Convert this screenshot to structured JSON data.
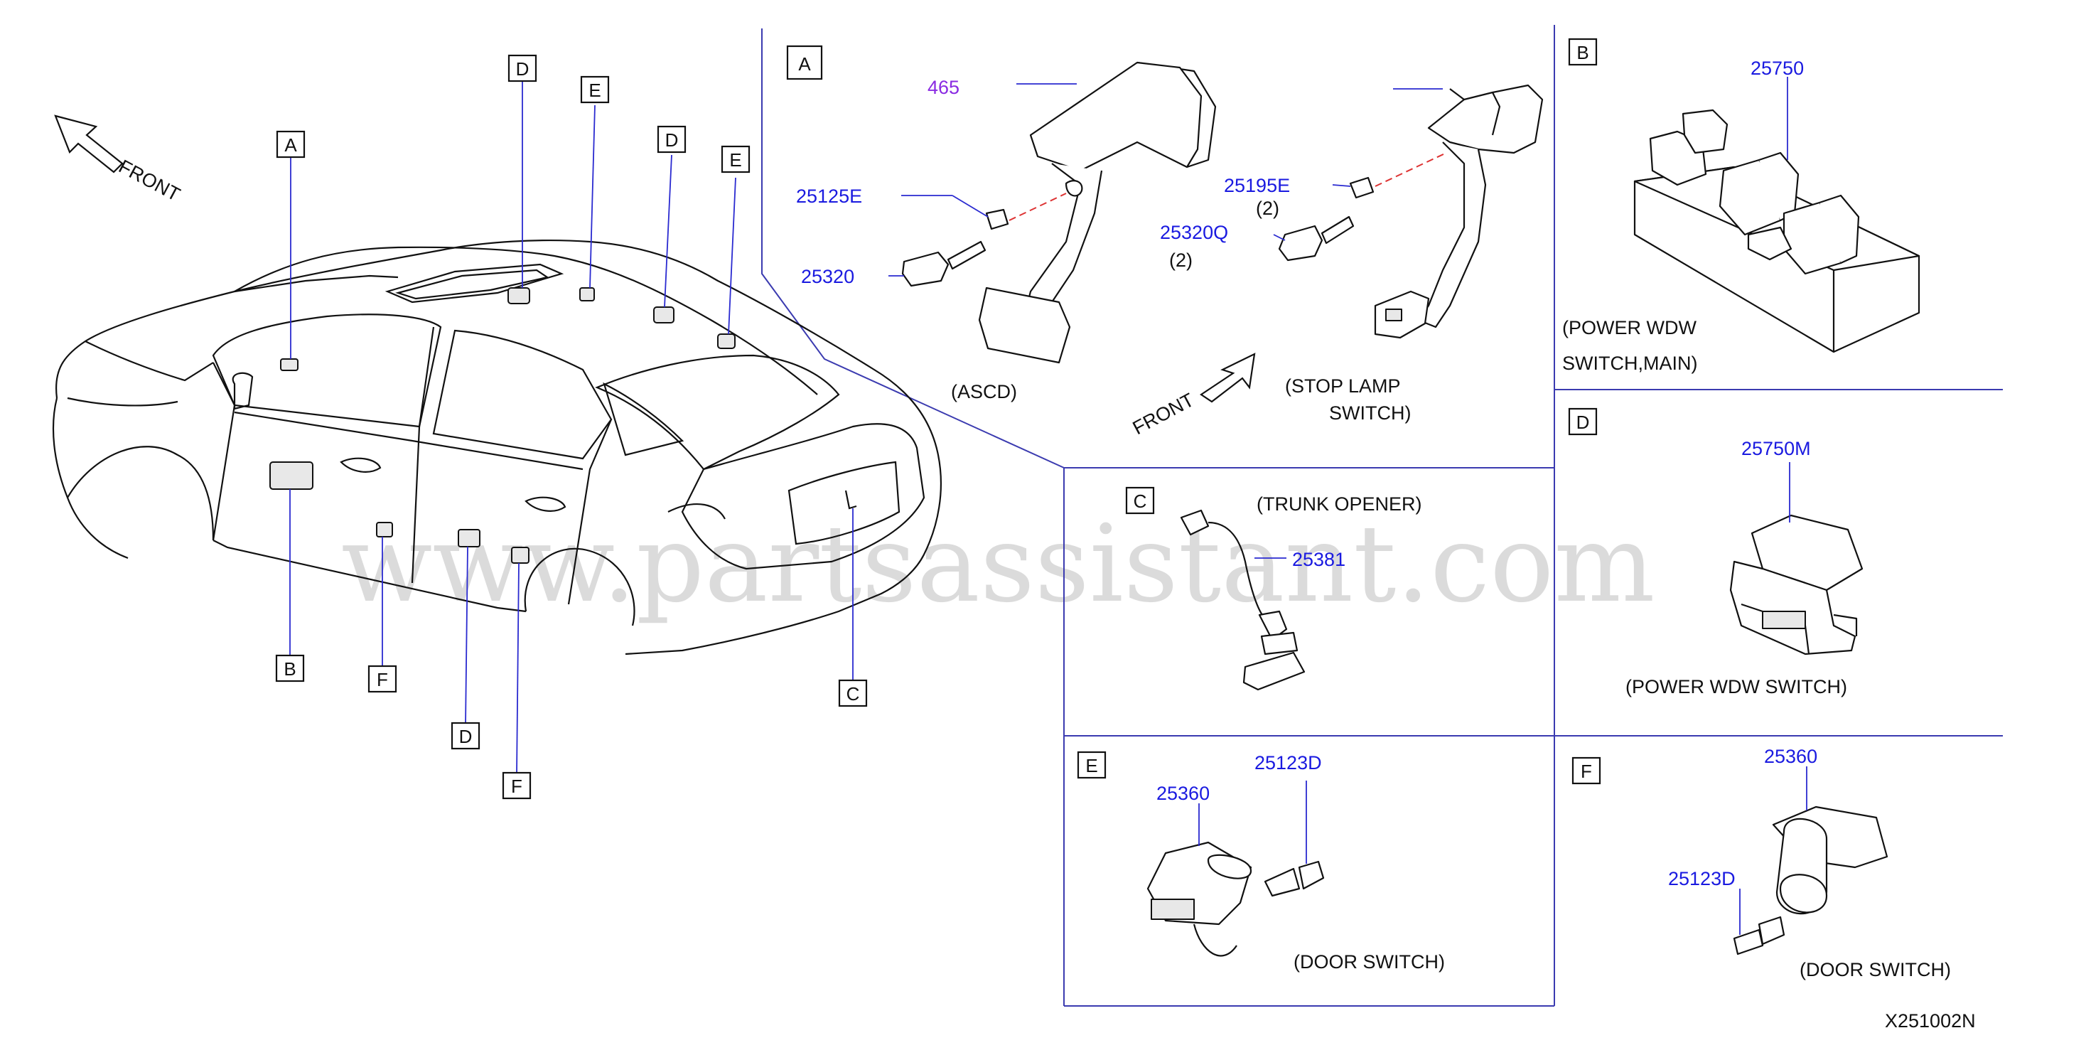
{
  "watermark": "www.partsassistant.com",
  "diagram_code": "X251002N",
  "overview": {
    "front_label": "FRONT",
    "callouts": [
      "A",
      "D",
      "E",
      "D",
      "E",
      "B",
      "F",
      "D",
      "F",
      "C"
    ]
  },
  "panel_a": {
    "label": "A",
    "parts": [
      "465",
      "25125E",
      "25320",
      "25195E",
      "(2)",
      "25320Q",
      "(2)"
    ],
    "captions": [
      "(ASCD)",
      "(STOP  LAMP",
      "SWITCH)"
    ],
    "front_label": "FRONT"
  },
  "panel_b": {
    "label": "B",
    "part": "25750",
    "captions": [
      "(POWER  WDW",
      "SWITCH,MAIN)"
    ]
  },
  "panel_c": {
    "label": "C",
    "part": "25381",
    "caption": "(TRUNK  OPENER)"
  },
  "panel_d": {
    "label": "D",
    "part": "25750M",
    "caption": "(POWER  WDW   SWITCH)"
  },
  "panel_e": {
    "label": "E",
    "parts": [
      "25360",
      "25123D"
    ],
    "caption": "(DOOR  SWITCH)"
  },
  "panel_f": {
    "label": "F",
    "parts": [
      "25360",
      "25123D"
    ],
    "caption": "(DOOR  SWITCH)"
  },
  "colors": {
    "part_number": "#1a1ae0",
    "part_number_alt": "#8a2be2",
    "separator": "#3b3bb0",
    "line": "#111111"
  }
}
